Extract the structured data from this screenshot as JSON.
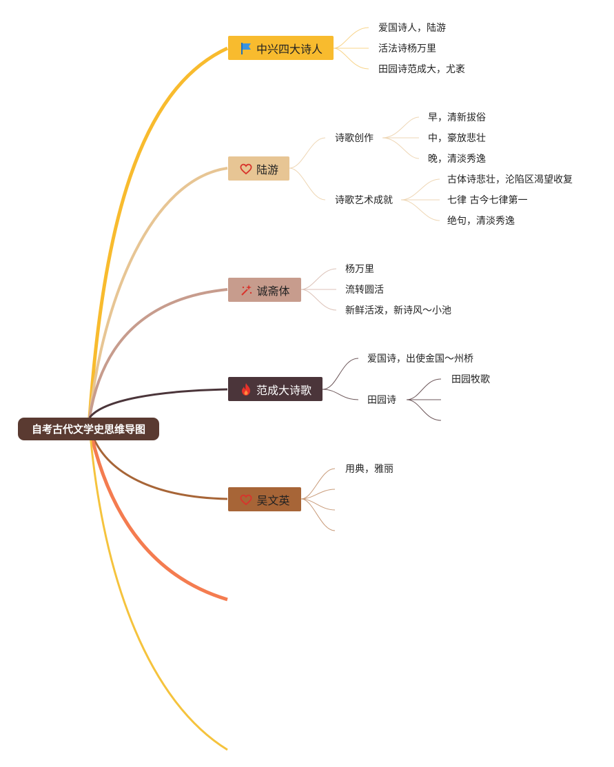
{
  "root": {
    "label": "自考古代文学史思维导图"
  },
  "branches": [
    {
      "label": "中兴四大诗人",
      "icon": "flag-icon",
      "color": "#f8bb2e",
      "children": [
        "爱国诗人，陆游",
        "活法诗杨万里",
        "田园诗范成大，尤袤"
      ]
    },
    {
      "label": "陆游",
      "icon": "heart-icon",
      "color": "#e7c594",
      "groups": [
        {
          "label": "诗歌创作",
          "children": [
            "早，清新拔俗",
            "中，豪放悲壮",
            "晚，清淡秀逸"
          ]
        },
        {
          "label": "诗歌艺术成就",
          "children": [
            "古体诗悲壮，沦陷区渴望收复",
            "七律 古今七律第一",
            "绝句，清淡秀逸"
          ]
        }
      ]
    },
    {
      "label": "诚斋体",
      "icon": "magic-wand-icon",
      "color": "#c79c8d",
      "children": [
        "杨万里",
        "流转圆活",
        "新鲜活泼，新诗风～小池"
      ]
    },
    {
      "label": "范成大诗歌",
      "icon": "fire-icon",
      "color": "#4b353a",
      "groups": [
        {
          "label": "爱国诗，出使金国～州桥",
          "children": []
        },
        {
          "label": "田园诗",
          "children": [
            "田园牧歌",
            "",
            ""
          ]
        }
      ]
    },
    {
      "label": "吴文英",
      "icon": "heart-icon",
      "color": "#a76537",
      "children": [
        "用典，雅丽",
        "",
        "",
        ""
      ]
    }
  ],
  "colors": {
    "root": "#5a3a31",
    "empty_branch_1": "#f47c50",
    "empty_branch_2": "#f5c33d"
  }
}
